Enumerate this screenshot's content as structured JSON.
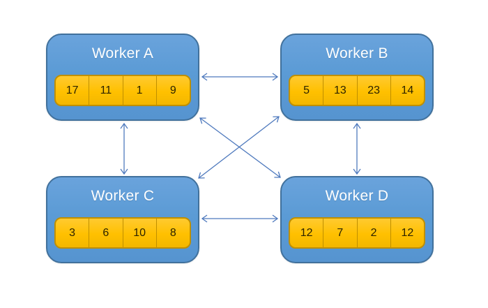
{
  "diagram": {
    "type": "worker-network-diagram",
    "workers": [
      {
        "id": "A",
        "name": "Worker A",
        "values": [
          "17",
          "11",
          "1",
          "9"
        ]
      },
      {
        "id": "B",
        "name": "Worker B",
        "values": [
          "5",
          "13",
          "23",
          "14"
        ]
      },
      {
        "id": "C",
        "name": "Worker C",
        "values": [
          "3",
          "6",
          "10",
          "8"
        ]
      },
      {
        "id": "D",
        "name": "Worker D",
        "values": [
          "12",
          "7",
          "2",
          "12"
        ]
      }
    ],
    "connections": [
      {
        "from": "Worker A",
        "to": "Worker B",
        "bidirectional": true
      },
      {
        "from": "Worker C",
        "to": "Worker D",
        "bidirectional": true
      },
      {
        "from": "Worker A",
        "to": "Worker C",
        "bidirectional": true
      },
      {
        "from": "Worker B",
        "to": "Worker D",
        "bidirectional": true
      },
      {
        "from": "Worker A",
        "to": "Worker D",
        "bidirectional": true
      },
      {
        "from": "Worker B",
        "to": "Worker C",
        "bidirectional": true
      }
    ],
    "colors": {
      "background": "#FFFFFF",
      "box_fill": "#5B9BD5",
      "box_border": "#41719C",
      "cell_fill": "#FFC000",
      "cell_border": "#BF8F00",
      "arrow": "#4E79BD",
      "title_text": "#FFFFFF",
      "cell_text": "#2B2200"
    }
  }
}
